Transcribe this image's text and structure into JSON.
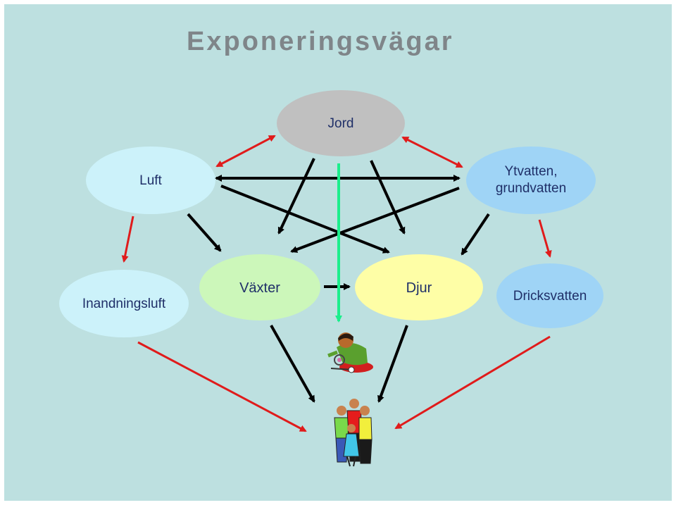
{
  "slide": {
    "title": "Exponeringsvägar",
    "background_color": "#bde0e0",
    "nodes": {
      "jord": {
        "label": "Jord",
        "color": "#c0c0c0"
      },
      "luft": {
        "label": "Luft",
        "color": "#ccf2fa"
      },
      "ytvatten": {
        "line1": "Ytvatten,",
        "line2": "grundvatten",
        "color": "#9fd4f6"
      },
      "inandningsluft": {
        "label": "Inandningsluft",
        "color": "#ccf2fa"
      },
      "vaxter": {
        "label": "Växter",
        "color": "#ccf7ba"
      },
      "djur": {
        "label": "Djur",
        "color": "#fefea6"
      },
      "dricksvatten": {
        "label": "Dricksvatten",
        "color": "#9fd4f6"
      }
    },
    "arrow_colors": {
      "red": "#e01b1b",
      "black": "#000000",
      "green": "#1bee8c"
    },
    "icons": [
      "child-playing-icon",
      "family-icon"
    ]
  }
}
